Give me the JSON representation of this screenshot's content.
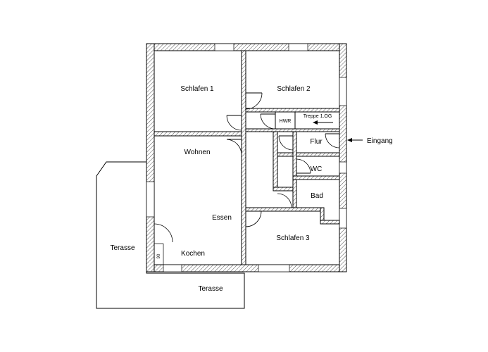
{
  "rooms": {
    "schlafen1": "Schlafen 1",
    "schlafen2": "Schlafen 2",
    "schlafen3": "Schlafen 3",
    "wohnen": "Wohnen",
    "essen": "Essen",
    "kochen": "Kochen",
    "hwr": "HWR",
    "treppe": "Treppe 1.OG",
    "flur": "Flur",
    "wc": "WC",
    "bad": "Bad",
    "terasse_left": "Terasse",
    "terasse_bottom": "Terasse"
  },
  "labels": {
    "eingang": "Eingang",
    "dimension": "90"
  }
}
